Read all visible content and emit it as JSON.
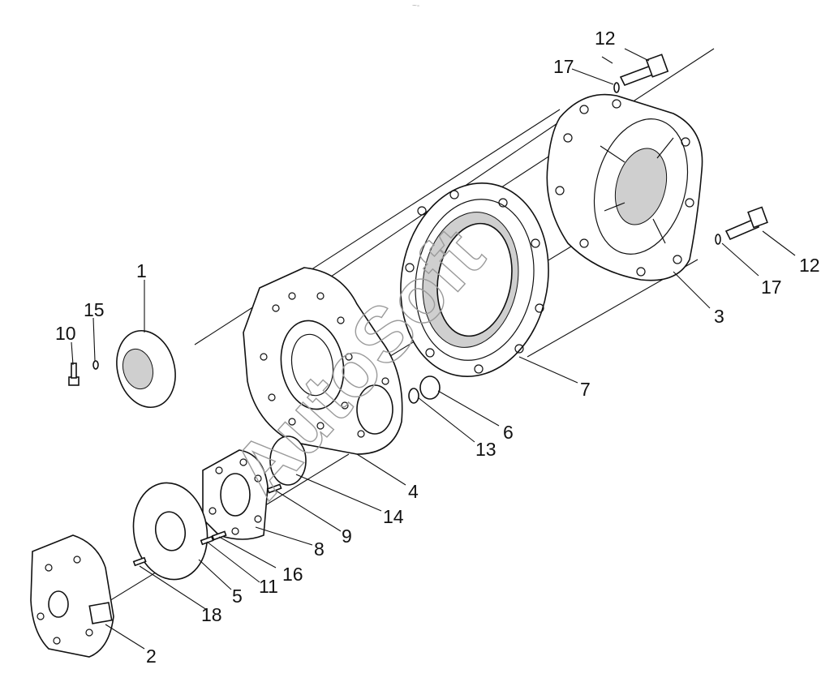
{
  "diagram": {
    "watermark": "AutoSoft",
    "labels": [
      "1",
      "2",
      "3",
      "4",
      "5",
      "6",
      "7",
      "8",
      "9",
      "10",
      "11",
      "12",
      "12",
      "13",
      "14",
      "15",
      "16",
      "17",
      "17",
      "18"
    ]
  }
}
